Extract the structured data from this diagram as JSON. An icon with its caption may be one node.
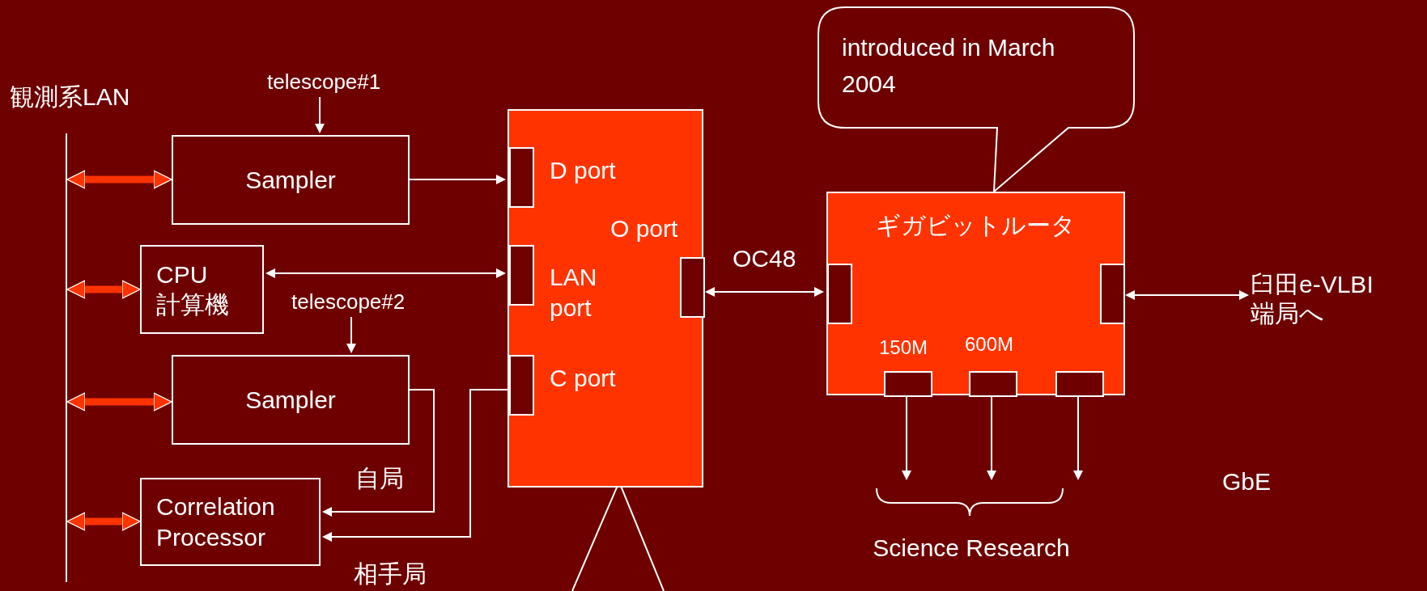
{
  "diagram": {
    "nodes": [
      {
        "text": [
          "telescope#1"
        ]
      },
      {
        "text": [
          "Sampler"
        ]
      },
      {
        "text": [
          "CPU計算機"
        ]
      },
      {
        "text": [
          "telescope#2"
        ]
      },
      {
        "text": [
          "Sampler"
        ]
      },
      {
        "text": [
          "Correlation Processor"
        ]
      },
      {
        "text": [],
        "shape": "bar"
      },
      {
        "text": [],
        "shape": "box"
      },
      {
        "text": [],
        "shape": "box",
        "in": 7,
        "beside": [
          "D port"
        ]
      },
      {
        "text": [],
        "shape": "box",
        "in": 7,
        "beside": [
          "LAN port"
        ]
      },
      {
        "text": [],
        "shape": "box",
        "in": 7,
        "beside": [
          "C port"
        ]
      },
      {
        "text": [],
        "shape": "box",
        "in": 7,
        "beside": [
          "O port"
        ]
      },
      {
        "text": [
          "introduced in March 2004"
        ]
      },
      {
        "text": [
          "ギガビットルータ"
        ]
      },
      {
        "text": [],
        "shape": "box",
        "in": 13
      },
      {
        "text": [],
        "shape": "box",
        "in": 13
      },
      {
        "text": [],
        "shape": "box",
        "in": 13,
        "beside": [
          "150M"
        ]
      },
      {
        "text": [],
        "shape": "box",
        "in": 13,
        "beside": [
          "600M"
        ]
      },
      {
        "text": [],
        "shape": "box",
        "in": 13
      },
      {
        "text": [
          "臼田e-VLBI端局へ"
        ]
      },
      {
        "text": [
          "Science Research"
        ]
      }
    ],
    "edges": [
      {
        "from": 0,
        "to": 1,
        "arrow": "to"
      },
      {
        "from": 1,
        "to": 8,
        "arrow": "to"
      },
      {
        "from": 2,
        "to": 9,
        "arrow": "both"
      },
      {
        "from": 3,
        "to": 4,
        "arrow": "to"
      },
      {
        "from": 4,
        "to": 5,
        "arrow": "to",
        "label": "自局"
      },
      {
        "from": 10,
        "to": 5,
        "arrow": "to",
        "label": "相手局"
      },
      {
        "from": 11,
        "to": 14,
        "arrow": "both",
        "label": "OC48"
      },
      {
        "from": 15,
        "to": 19,
        "arrow": "both"
      },
      {
        "from": 16,
        "to": 20,
        "arrow": "to"
      },
      {
        "from": 17,
        "to": 20,
        "arrow": "to"
      },
      {
        "from": 18,
        "to": 20,
        "arrow": "to"
      },
      {
        "from": 6,
        "to": 1,
        "arrow": "both",
        "style": "thick",
        "color": "#ff3300"
      },
      {
        "from": 6,
        "to": 2,
        "arrow": "both",
        "style": "thick",
        "color": "#ff3300"
      },
      {
        "from": 6,
        "to": 4,
        "arrow": "both",
        "style": "thick",
        "color": "#ff3300"
      },
      {
        "from": 6,
        "to": 5,
        "arrow": "both",
        "style": "thick",
        "color": "#ff3300"
      }
    ],
    "labels": [
      "観測系LAN",
      "GbE"
    ]
  }
}
